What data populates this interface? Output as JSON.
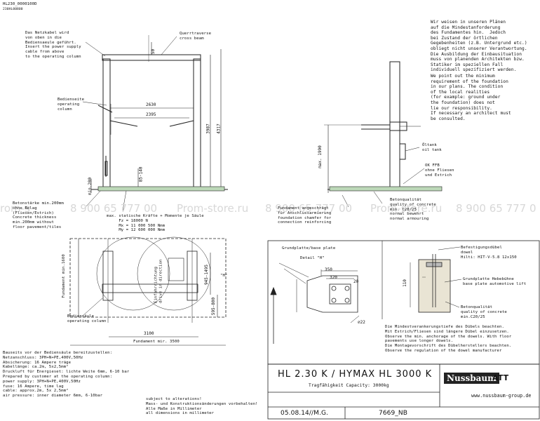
{
  "header": {
    "doc_no": "HL230_0000100D",
    "doc_sub": "230HL00800"
  },
  "notes": {
    "power_cable": "Das Netzkabel wird\nvon oben in die\nBediensaeule geführt.\nInsert the power supply\ncable from above\nto the operating column",
    "crossbeam": "Querrtraverse\ncross beam",
    "op_column_side": "Bedienseite\noperating\ncolumn",
    "concrete": "Betonstärke min.200mm\nohne Belag\n(Fliesen/Estrich)\nConcrete thickness\nmin.200mm without\nfloor pavement/tiles",
    "forces": "max. statische Kräfte + Momente je Säule\n     Fz = 18000 N\n     Mx = 11 000 500 Nmm\n     My = 12 600 000 Nmm",
    "foundation_chamfer": "Fundament angeschrägt\nfür Anschlussarmierung\nfoundation chamfer for\nconnection reinforcing",
    "concrete_quality": "Betonqualität\nquality of concrete\nmin. C20/25\nnormal bewehrt\nnormal armouring",
    "oil_tank": "Öltank\noil tank",
    "ok_fb": "OK FFB\nohne Fliesen\nund Estrich",
    "foundation_note_de": "Wir weisen in unseren Plänen\nauf die Mindestanforderung\ndes Fundamentes hin.  Jedoch\nbei Zustand der örtlichen\nGegebenheiten (z.B. Untergrund etc.)\nobliegt nicht unserer Verantwortung.\nDie Ausbildung der Einbausituation\nmuss von planenden Architekten bzw.\nStatiker im speziellen Fall\nindividuell spezifiziert werden.",
    "foundation_note_en": "We point out the minimum\nrequirement of the foundation\nin our plans. The condition\nof the local realities\n(for example: ground under\nthe foundation) does not\nlie our responsibility.\nIf necessary an architect must\nbe consulted.",
    "op_column_plan": "Bediensäule\noperating column",
    "entry_drive": "Einfahrrichtung\ndrive in direction",
    "foundation_min_3500": "Fundament mir. 3500",
    "foundation_min_1600": "Fundament min.1600",
    "h_marker": "\"H\"",
    "install_de": "Bauseits vor der Bediensäule bereitzustellen:\nNetzanschluss: 3PH+N+PE,400V,50Hz\nAbsicherung: 16 Ampere träge\nKabellänge: ca.2m, 5x2,5mm²\nDruckluft für Energieset: lichte Weite 6mm, 6-10 bar",
    "install_en": "Prepared by customer at the operating column:\npower supply: 3PH+N+PE,400V,50Hz\nfuse: 16 Ampere, time lag\ncable: approx.2m, 5x 2,5mm²\nair pressure: inner diameter 6mm, 6-10bar",
    "subject_alt": "subject to alterations!\nMass- und Konstruktionsänderungen vorbehalten!\nAlle Maße in Millimeter\nall dimensions in millimeter"
  },
  "detail": {
    "title": "Grundplatte/base plate",
    "detail_h": "Detail \"H\"",
    "anchor_label": "Befestigungsdübel\ndowel\nHilti: HIT-V-5.8 12x150",
    "base_plate_lift": "Grundplatte Hebebühne\nbase plate automotive lift",
    "concrete_q": "Betonqualität\nquality of concrete\nmin.C20/25",
    "depth_notes": "Die Mindestverankerungstiefe des Dübels beachten.\nMit Estrich/Fliesen sind längere Dübel einzusetzen.\nObserve the min. anchorage of the dowels. With floor\npavements use longer dowels.\nDie Montagevorschrift des Dübelherstellers beachten.\nObserve the regulation of the dowel manufacturer"
  },
  "dims": {
    "d2630": "2630",
    "d2395": "2395",
    "d3987": "3987",
    "d4317": "4317",
    "d50": "50",
    "d85_140": "85-140",
    "d3100": "3100",
    "d945_1495": "945-1495",
    "d595_800": "595-800",
    "d1990": "max. 1990",
    "d200": "min.200",
    "d350": "350",
    "d320": "320",
    "d20": "20",
    "d110": "110",
    "d22": "⌀22"
  },
  "title_block": {
    "model": "HL 2.30 K / HYMAX HL 3000 K",
    "capacity": "Tragfähigkeit Capacity: 3000kg",
    "brand": "Nussbaum",
    "brand2": "ATT",
    "date": "05.08.14//M.G.",
    "drawing_no": "7669_NB",
    "url": "www.nussbaum-group.de"
  },
  "watermark": {
    "left": "rom-s",
    "phone1": "8 900 65 777 00",
    "site": "Prom-store.ru",
    "phone2": "8 900 65 777 00",
    "site2": "Prom-store.ru",
    "phone3": "8 900 65 777 0"
  }
}
